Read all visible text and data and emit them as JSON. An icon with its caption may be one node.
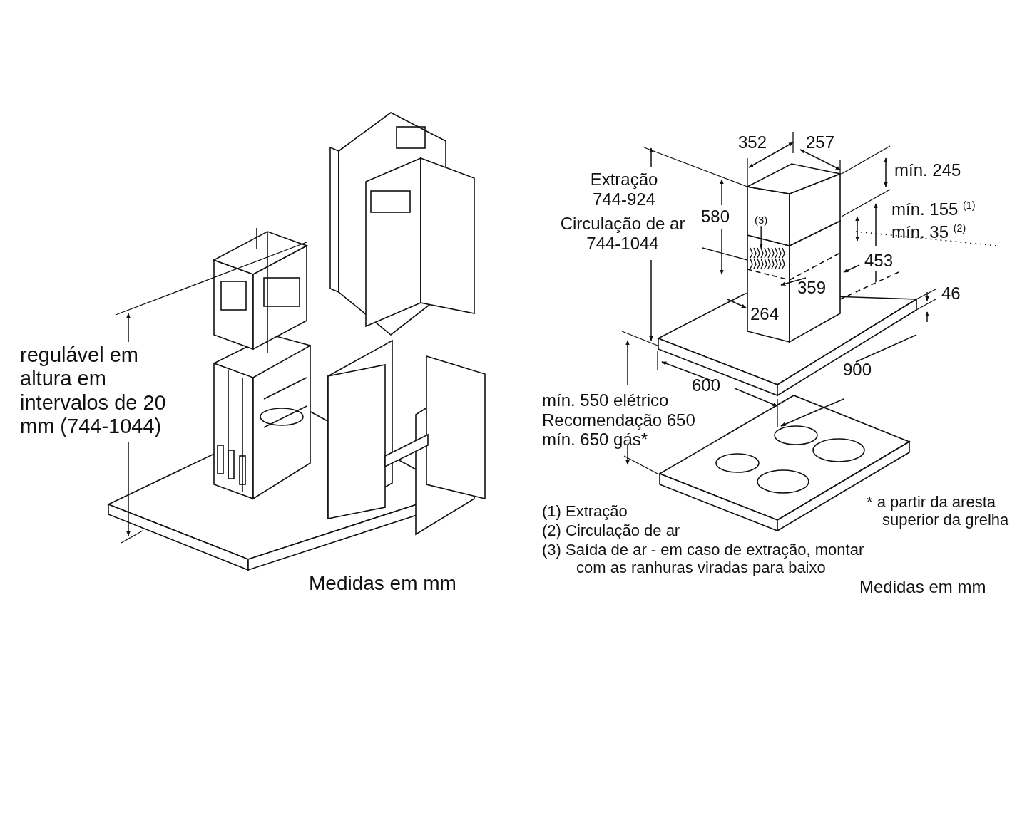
{
  "diagram": {
    "nodes": [
      {
        "text": [
          "(3)"
        ]
      },
      {
        "text": [],
        "shape": "picture"
      }
    ],
    "edges": [
      {
        "from": 0,
        "to": 1,
        "arrow": "to"
      }
    ],
    "labels": [
      "regulável em altura em intervalos de 20 mm (744-1044)",
      "Medidas em mm",
      "352",
      "257",
      "Extração 744-924",
      "Circulação de ar 744-1044",
      "580",
      "mín. 245",
      "mín. 155 $^{(1)}$",
      "mín. 35 $^{(2)}$",
      "453",
      "359",
      "46",
      "264",
      "900",
      "600",
      "mín. 550 elétrico",
      "Recomendação 650",
      "mín. 650 gás*",
      "(1) Extração",
      "(2) Circulação de ar",
      "(3) Saída de ar - em caso de extração, montar com as ranhuras viradas para baixo",
      "* a partir da aresta superior da grelha",
      "Medidas em mm"
    ]
  }
}
